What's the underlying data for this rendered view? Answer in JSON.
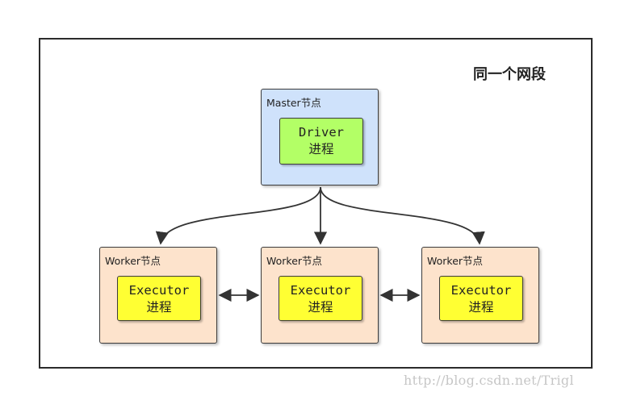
{
  "title": "同一个网段",
  "master": {
    "label": "Master节点",
    "process": {
      "name": "Driver",
      "suffix": "进程"
    }
  },
  "workers": [
    {
      "label": "Worker节点",
      "process": {
        "name": "Executor",
        "suffix": "进程"
      }
    },
    {
      "label": "Worker节点",
      "process": {
        "name": "Executor",
        "suffix": "进程"
      }
    },
    {
      "label": "Worker节点",
      "process": {
        "name": "Executor",
        "suffix": "进程"
      }
    }
  ],
  "watermark": "http://blog.csdn.net/Trigl",
  "colors": {
    "master_fill": "#cfe2fb",
    "worker_fill": "#fde3cc",
    "driver_fill": "#b3ff66",
    "executor_fill": "#ffff33",
    "arrow": "#333333"
  }
}
